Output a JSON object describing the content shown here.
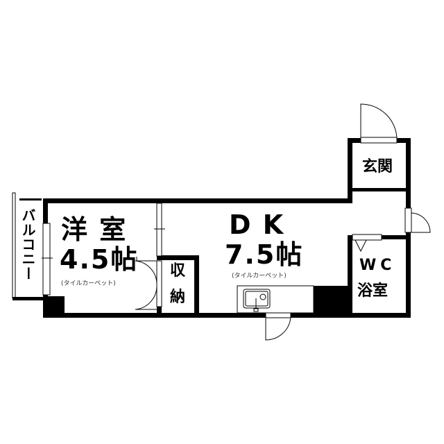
{
  "rooms": {
    "western_room": {
      "name": "洋 室",
      "size": "4.5帖",
      "floor": "(タイルカーペット)"
    },
    "dk": {
      "name": "D K",
      "size": "7.5帖",
      "floor": "(タイルカーペット)"
    },
    "storage": {
      "name_line1": "収",
      "name_line2": "納"
    },
    "entrance": {
      "name": "玄関"
    },
    "bath": {
      "line1": "WC",
      "line2": "浴室"
    },
    "balcony": {
      "name": "バルコニー"
    }
  }
}
